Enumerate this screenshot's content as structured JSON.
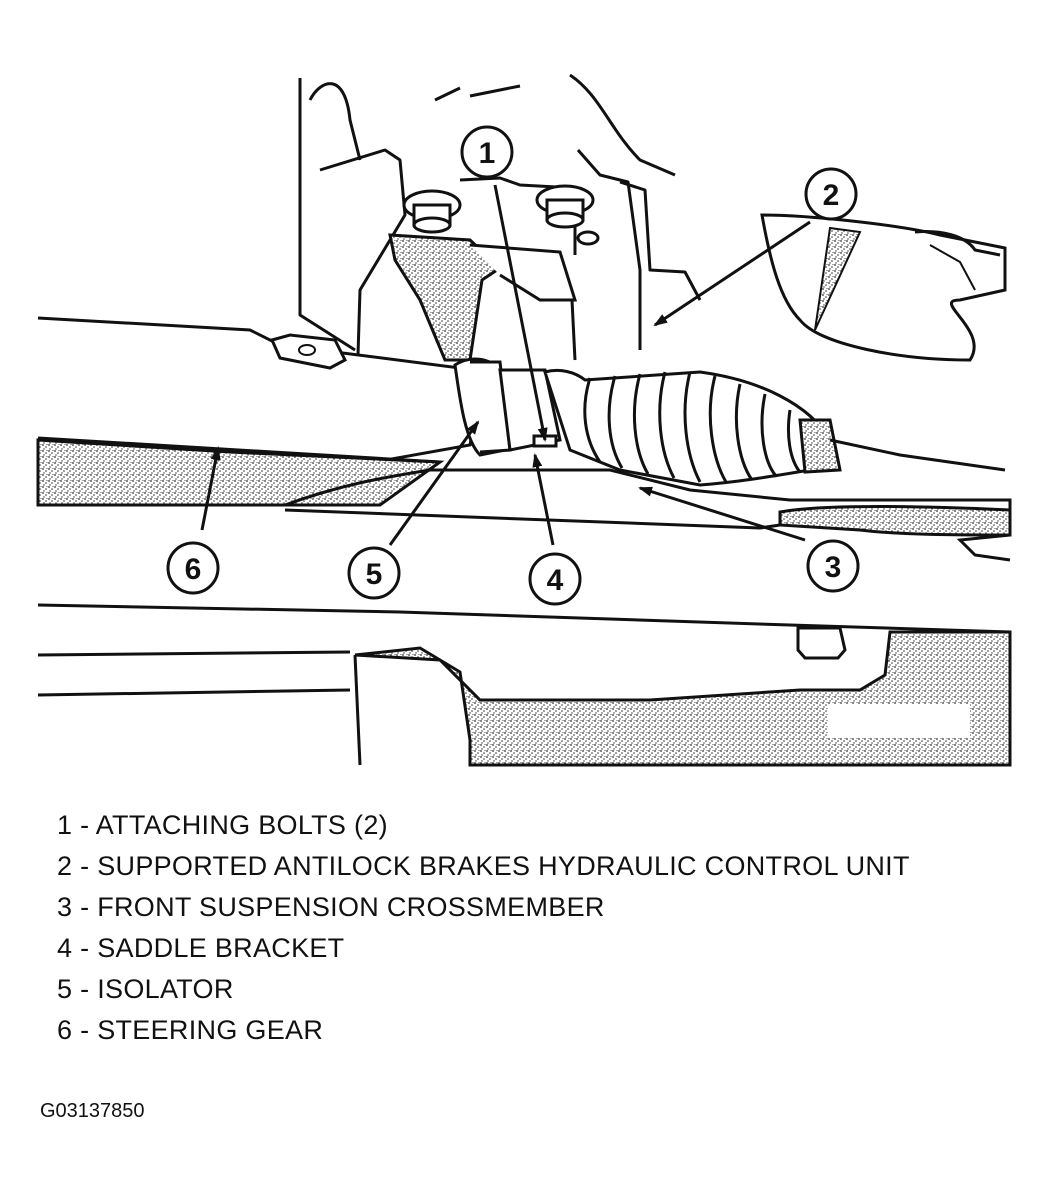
{
  "callouts": [
    "1",
    "2",
    "3",
    "4",
    "5",
    "6"
  ],
  "legend": [
    "1 - ATTACHING BOLTS (2)",
    "2 - SUPPORTED ANTILOCK BRAKES HYDRAULIC CONTROL UNIT",
    "3 - FRONT SUSPENSION CROSSMEMBER",
    "4 - SADDLE BRACKET",
    "5 - ISOLATOR",
    "6 - STEERING GEAR"
  ],
  "figure_id": "G03137850",
  "colors": {
    "ink": "#111111",
    "stipple": "#8a8a8a",
    "paper": "#ffffff"
  }
}
